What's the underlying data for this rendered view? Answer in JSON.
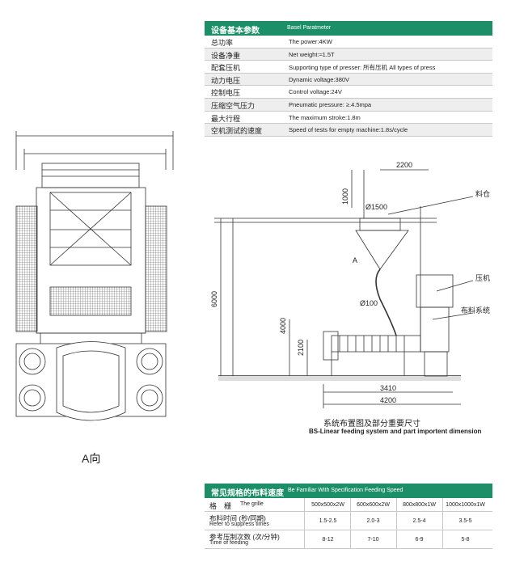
{
  "params_table": {
    "header_cn": "设备基本参数",
    "header_en": "Basel Paratmeter",
    "rows": [
      {
        "cn": "总功率",
        "en": "The power:4KW"
      },
      {
        "cn": "设备净重",
        "en": "Net weight:≈1.5T"
      },
      {
        "cn": "配套压机",
        "en": "Supporting type of presser: 所有压机  All types of press"
      },
      {
        "cn": "动力电压",
        "en": "Dynamic voltage:380V"
      },
      {
        "cn": "控制电压",
        "en": "Control voltage:24V"
      },
      {
        "cn": "压缩空气压力",
        "en": "Pneumatic pressure: ≥.4.5mpa"
      },
      {
        "cn": "最大行程",
        "en": "The maximum stroke:1.8m"
      },
      {
        "cn": "空机测试的速度",
        "en": "Speed of tests for empty machine:1.8s/cycle"
      }
    ]
  },
  "layout_drawing": {
    "dimensions": [
      "2200",
      "1000",
      "Ø1500",
      "6000",
      "4000",
      "2100",
      "Ø100",
      "3410",
      "4200"
    ],
    "arrow_label": "A",
    "labels": {
      "silo": "料仓",
      "press": "压机",
      "feeding_system": "布料系统"
    },
    "caption_cn": "系统布置图及部分重要尺寸",
    "caption_en": "BS-Linear feeding system and part importent dimension"
  },
  "view_caption": "A向",
  "speed_table": {
    "header_cn": "常见规格的布料速度",
    "header_en": "Be Familiar With Specification Feeding Speed",
    "grille_cn": "格　栅",
    "grille_en": "The grille",
    "columns": [
      "500x500x2W",
      "600x600x2W",
      "800x800x1W",
      "1000x1000x1W"
    ],
    "rows": [
      {
        "label_cn": "布料时间 (秒/同期)",
        "label_en": "Refer to suppress times",
        "values": [
          "1.5-2.5",
          "2.0-3",
          "2.5-4",
          "3.5-5"
        ]
      },
      {
        "label_cn": "参考压制次数 (次/分钟)",
        "label_en": "Time of feeding",
        "values": [
          "8-12",
          "7-10",
          "6-9",
          "5-8"
        ]
      }
    ]
  },
  "colors": {
    "header_green": "#1d8f68",
    "line": "#333333"
  }
}
